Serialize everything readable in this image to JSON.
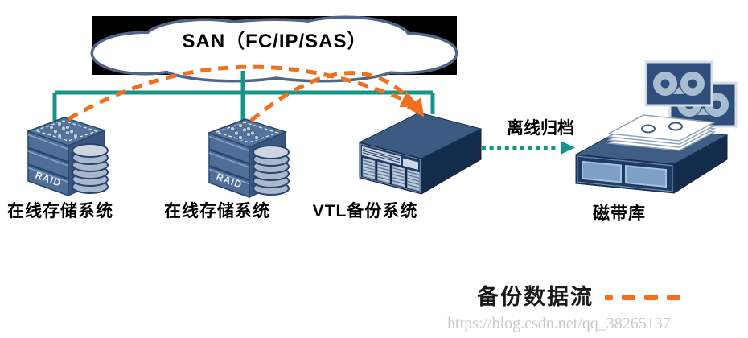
{
  "cloud": {
    "label": "SAN（FC/IP/SAS）"
  },
  "nodes": {
    "storage1": {
      "label": "在线存储系统",
      "badge": "RAID"
    },
    "storage2": {
      "label": "在线存储系统",
      "badge": "RAID"
    },
    "vtl": {
      "label": "VTL备份系统"
    },
    "tape_library": {
      "label": "磁带库"
    }
  },
  "flows": {
    "offline_archive": "离线归档",
    "backup_flow_legend": "备份数据流"
  },
  "watermark": "https://blog.csdn.net/qq_38265137",
  "colors": {
    "teal": "#16948a",
    "orange": "#f0701f",
    "banner_black": "#000000",
    "slate_blue": "#54739d",
    "navy": "#1e3c63"
  }
}
